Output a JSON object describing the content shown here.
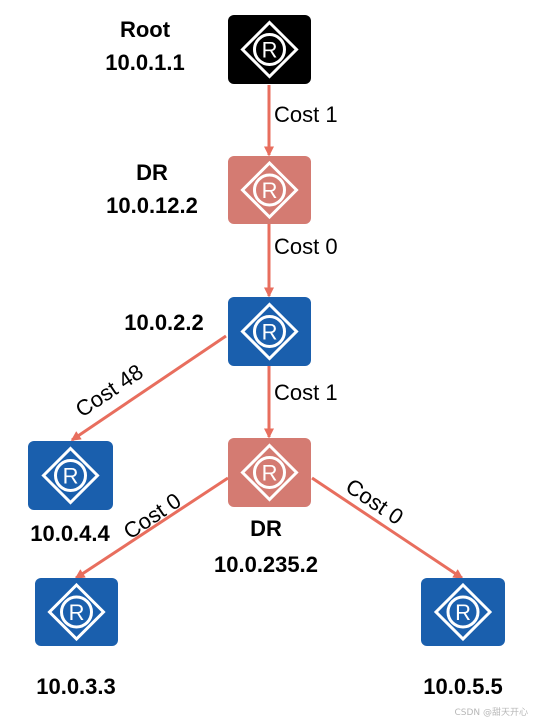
{
  "colors": {
    "root": "#000000",
    "dr": "#d47b72",
    "normal": "#1a5fad",
    "link": "#e86e5e",
    "icon_stroke": "#ffffff"
  },
  "nodes": {
    "root": {
      "name": "Root",
      "ip": "10.0.1.1",
      "role": "root",
      "icon": "router-icon"
    },
    "dr1": {
      "name": "DR",
      "ip": "10.0.12.2",
      "role": "dr",
      "icon": "router-icon"
    },
    "r22": {
      "ip": "10.0.2.2",
      "role": "normal",
      "icon": "router-icon"
    },
    "r44": {
      "ip": "10.0.4.4",
      "role": "normal",
      "icon": "router-icon"
    },
    "dr2": {
      "name": "DR",
      "ip": "10.0.235.2",
      "role": "dr",
      "icon": "router-icon"
    },
    "r33": {
      "ip": "10.0.3.3",
      "role": "normal",
      "icon": "router-icon"
    },
    "r55": {
      "ip": "10.0.5.5",
      "role": "normal",
      "icon": "router-icon"
    }
  },
  "links": {
    "root_dr1": "Cost 1",
    "dr1_r22": "Cost 0",
    "r22_r44": "Cost 48",
    "r22_dr2": "Cost 1",
    "dr2_r33": "Cost 0",
    "dr2_r55": "Cost 0"
  },
  "watermark": "CSDN @甜天开心"
}
